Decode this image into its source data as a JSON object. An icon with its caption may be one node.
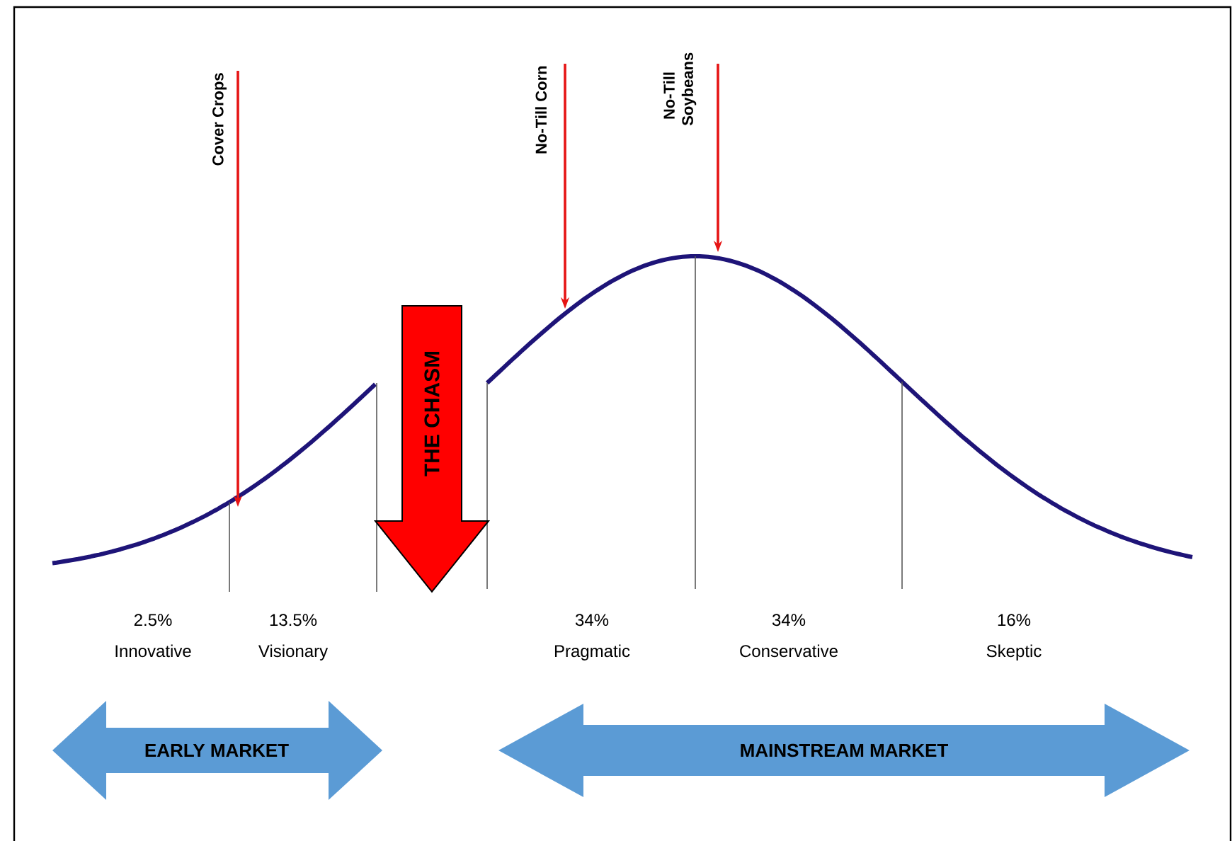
{
  "diagram": {
    "nodes": [
      {
        "text": [
          "Cover Crops"
        ]
      },
      {
        "text": [
          "No-Till Corn"
        ]
      },
      {
        "text": [
          "No-Till Soybeans"
        ]
      },
      {
        "text": [
          "THE CHASM"
        ]
      },
      {
        "text": [
          "EARLY MARKET"
        ]
      },
      {
        "text": [
          "MAINSTREAM MARKET"
        ]
      }
    ],
    "edges": [
      {
        "from": 0,
        "to": null,
        "arrow": "to"
      },
      {
        "from": 1,
        "to": null,
        "arrow": "to"
      },
      {
        "from": 2,
        "to": null,
        "arrow": "to"
      }
    ],
    "labels": [
      "2.5%",
      "13.5%",
      "34%",
      "34%",
      "16%",
      "Innovative",
      "Visionary",
      "Pragmatic",
      "Conservative",
      "Skeptic"
    ]
  }
}
